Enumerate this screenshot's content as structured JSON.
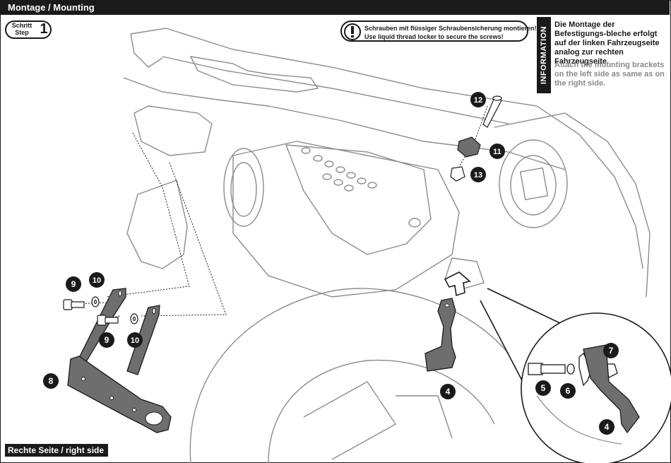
{
  "header": {
    "title": "Montage / Mounting"
  },
  "step": {
    "word_de": "Schritt",
    "word_en": "Step",
    "number": "1"
  },
  "warning": {
    "icon": "exclamation-icon",
    "line_de": "Schrauben mit flüssiger Schraubensicherung montieren!",
    "line_en": "Use liquid thread locker to secure the screws!"
  },
  "information": {
    "tab_label": "INFORMATION",
    "text_de": "Die Montage der Befestigungs-bleche erfolgt auf der linken Fahrzeugseite analog zur rechten Fahrzeugseite.",
    "text_en": "Attach the mounting brackets on the left side as same as on the right side."
  },
  "footer": {
    "side_label": "Rechte Seite / right side"
  },
  "parts": {
    "n4a": "4",
    "n4b": "4",
    "n5": "5",
    "n6": "6",
    "n7": "7",
    "n8": "8",
    "n9a": "9",
    "n9b": "9",
    "n10a": "10",
    "n10b": "10",
    "n11": "11",
    "n12": "12",
    "n13": "13"
  },
  "colors": {
    "ink": "#1a1a1a",
    "line": "#8c8c8c",
    "bracket": "#6e6e6e",
    "hint": "#8a8a8a"
  }
}
